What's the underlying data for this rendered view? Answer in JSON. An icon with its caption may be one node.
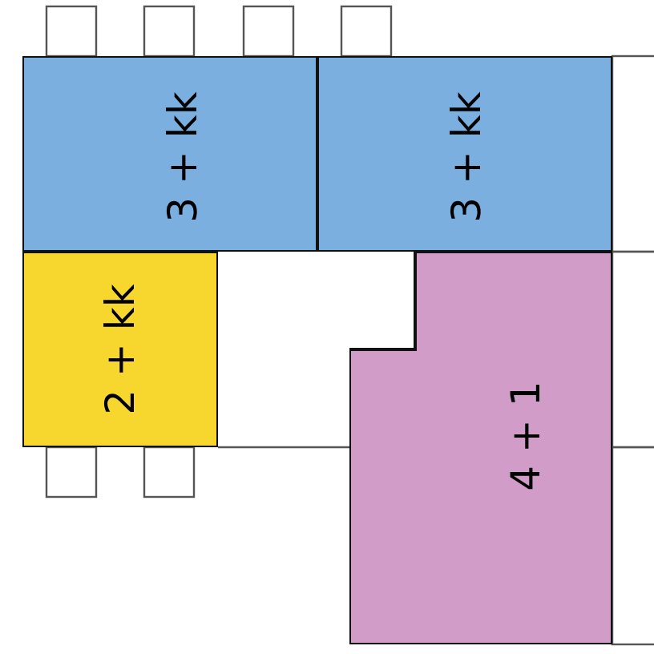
{
  "diagram": {
    "nodes": [
      {
        "text": [
          "3 + kk"
        ]
      },
      {
        "text": [
          "3 + kk"
        ]
      },
      {
        "text": [
          "2 + kk"
        ]
      },
      {
        "text": [
          "4 + 1"
        ]
      }
    ]
  }
}
